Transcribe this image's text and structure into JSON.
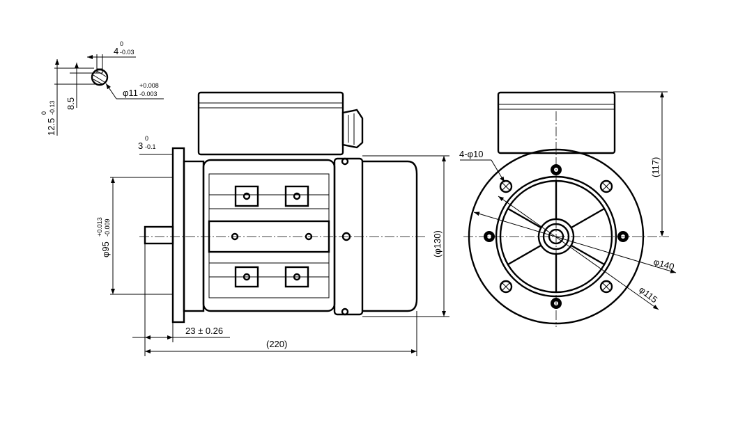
{
  "drawing": {
    "title": "Motor outline dimension drawing",
    "shaft_detail": {
      "key_width": "4",
      "key_width_tol_upper": "0",
      "key_width_tol_lower": "-0.03",
      "shaft_diameter": "φ11",
      "shaft_diameter_tol_upper": "+0.008",
      "shaft_diameter_tol_lower": "-0.003",
      "key_depth": "8.5",
      "key_height": "12.5",
      "key_height_tol_upper": "0",
      "key_height_tol_lower": "-0.13"
    },
    "side_view": {
      "flange_thickness": "3",
      "flange_thickness_tol_upper": "0",
      "flange_thickness_tol_lower": "-0.1",
      "spigot_diameter": "φ95",
      "spigot_tol_upper": "+0.013",
      "spigot_tol_lower": "-0.009",
      "shaft_length": "23 ± 0.26",
      "overall_length": "(220)",
      "body_diameter": "(φ130)"
    },
    "front_view": {
      "holes": "4-φ10",
      "pcd": "φ115",
      "flange_diameter": "φ140",
      "height": "(117)"
    }
  }
}
